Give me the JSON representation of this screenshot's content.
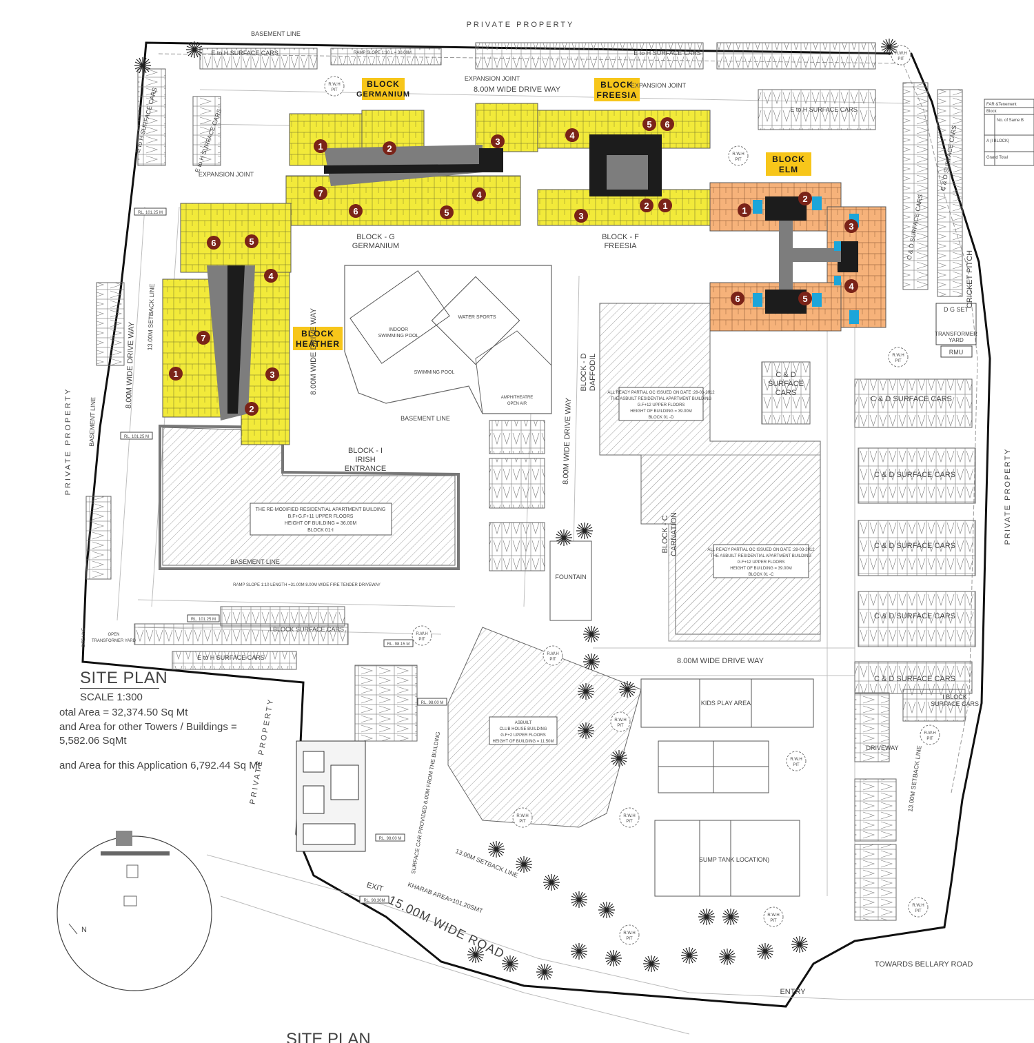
{
  "plan": {
    "title": "SITE PLAN",
    "scale": "SCALE 1:300",
    "bottom_title": "SITE PLAN",
    "area_lines": [
      "otal Area =  32,374.50 Sq Mt",
      "and Area for other Towers / Buildings =",
      "5,582.06 SqMt",
      "and Area for this Application  6,792.44 Sq Mt"
    ]
  },
  "boundary": {
    "north": "PRIVATE PROPERTY",
    "west": "PRIVATE PROPERTY",
    "east": "PRIVATE PROPERTY",
    "southwest": "PRIVATE PROPERTY"
  },
  "roads": {
    "main_road": "15.00M WIDE ROAD",
    "towards": "TOWARDS BELLARY ROAD",
    "entry": "ENTRY",
    "exit": "EXIT",
    "kharab": "KHARAB AREA=101.20SMT",
    "drive_north": "8.00M WIDE DRIVE WAY",
    "drive_west": "8.00M WIDE DRIVE WAY",
    "drive_centre": "8.00M WIDE DRIVE WAY",
    "drive_south": "8.00M WIDE DRIVE WAY",
    "drive_heather": "8.00M WIDE DRIVE WAY",
    "driveway": "DRIVEWAY"
  },
  "blocks": {
    "germanium": {
      "tag_1": "BLOCK",
      "tag_2": "GERMANIUM",
      "label_1": "BLOCK - G",
      "label_2": "GERMANIUM",
      "units": [
        "1",
        "2",
        "3",
        "4",
        "5",
        "6",
        "7"
      ]
    },
    "freesia": {
      "tag_1": "BLOCK",
      "tag_2": "FREESIA",
      "label_1": "BLOCK - F",
      "label_2": "FREESIA",
      "units": [
        "1",
        "2",
        "3",
        "4",
        "5",
        "6"
      ]
    },
    "elm": {
      "tag_1": "BLOCK",
      "tag_2": "ELM",
      "units": [
        "1",
        "2",
        "3",
        "4",
        "5",
        "6"
      ]
    },
    "heather": {
      "tag_1": "BLOCK",
      "tag_2": "HEATHER",
      "units": [
        "1",
        "2",
        "3",
        "4",
        "5",
        "6",
        "7"
      ]
    },
    "daffodil": {
      "label_1": "BLOCK - D",
      "label_2": "DAFFODIL",
      "note": [
        "ALL READY PARTIAL OC ISSUED ON DATE :28-03-2012",
        "THE ASBUILT RESIDENTIAL APARTMENT BUILDING",
        "G.F+12 UPPER FLOORS",
        "HEIGHT OF BUILDING = 39.00M",
        "BLOCK 01 -D"
      ]
    },
    "carnation": {
      "label_1": "BLOCK - C",
      "label_2": "CARNATION",
      "note": [
        "ALL READY PARTIAL OC ISSUED ON DATE :28-03-2012",
        "THE ASBUILT RESIDENTIAL APARTMENT BUILDING",
        "G.F+12 UPPER FLOORS",
        "HEIGHT OF BUILDING = 39.00M",
        "BLOCK 01 -C"
      ]
    },
    "irish": {
      "label_1": "BLOCK - I",
      "label_2": "IRISH",
      "label_3": "ENTRANCE",
      "note": [
        "THE RE-MODIFIED RESIDENTIAL APARTMENT BUILDING",
        "B.F+G.F+11 UPPER FLOORS",
        "HEIGHT OF BUILDING = 36.00M",
        "BLOCK 01-I"
      ]
    },
    "clubhouse": {
      "note": [
        "ASBUILT",
        "CLUB HOUSE BUILDING",
        "G.F+2 UPPER FLOORS",
        "HEIGHT OF BUILDING = 11.50M"
      ]
    }
  },
  "parking": {
    "eh_north_1": "E to H SURFACE CARS",
    "eh_north_2": "E to H SURFACE CARS",
    "eh_north_3": "E to H SURFACE CARS",
    "eh_west": "E to H SURFACE CARS",
    "eh_nw": "E to H SURFACE CARS",
    "cd_1": "C & D SURFACE CARS",
    "cd_2": "C & D SURFACE CARS",
    "cd_3": "C & D SURFACE CARS",
    "cd_4": "C & D SURFACE CARS",
    "cd_5": "C & D SURFACE CARS",
    "cd_6": "C & D SURFACE CARS",
    "cd_east": "C & D SURFACE CARS",
    "cd_centre_1": "C & D",
    "cd_centre_2": "SURFACE",
    "cd_centre_3": "CARS",
    "iblock_1": "I BLOCK SURFACE CARS",
    "iblock_2": "I BLOCK",
    "iblock_3": "SURFACE CARS",
    "eh_south": "E to H SURFACE CARS"
  },
  "amenities": {
    "indoor_pool": "INDOOR",
    "indoor_pool_2": "SWIMMING POOL",
    "water_sports": "WATER SPORTS",
    "pool": "SWIMMING POOL",
    "amphitheatre": "AMPHITHEATRE",
    "amphitheatre_2": "OPEN AIR",
    "fountain": "FOUNTAIN",
    "kids": "KIDS PLAY AREA",
    "sump": "SUMP TANK LOCATION)",
    "cricket": "CRICKET PITCH",
    "dg": "D G SET",
    "transformer": "TRANSFORMER",
    "transformer_2": "YARD",
    "rmu": "RMU",
    "open_transformer_1": "OPEN",
    "open_transformer_2": "TRANSFORMER YARD"
  },
  "lines": {
    "basement_1": "BASEMENT LINE",
    "basement_2": "BASEMENT LINE",
    "basement_3": "BASEMENT LINE",
    "basement_4": "BASEMENT LINE",
    "expansion_1": "EXPANSION JOINT",
    "expansion_2": "EXPANSION JOINT",
    "expansion_3": "EXPANSION JOINT",
    "setback_1": "13.00M SETBACK LINE",
    "setback_2": "13.00M SETBACK LINE",
    "setback_3": "13.00M SETBACK LINE",
    "ramp_1": "RAMP SLOPE 1:10 LENGTH =31.00M 8.00M WIDE FIRE TENDER DRIVEWAY",
    "ramp_2": "RAMP SLOPE 1:10 L = 30.00M",
    "site_line": "SITE LINE",
    "surface_car": "SURFACE CAR PROVIDED 6.00M FROM THE BUILDING"
  },
  "rl": {
    "rl_1": "RL. 101.25 M",
    "rl_2": "RL. 101.25 M",
    "rl_3": "RL. 101.25 M",
    "rl_4": "RL. 98.15 M",
    "rl_5": "RL. 98.00 M",
    "rl_6": "RL. 98.30M",
    "rl_7": "RL. 98.00 M"
  },
  "rwh": {
    "line_1": "R.W.H",
    "line_2": "PIT"
  },
  "far_table": {
    "title": "FAR &Tenement",
    "row_1": "Block",
    "row_2": "No. of Same B",
    "row_3": "A (I BLOCK)",
    "row_4": "Grand Total"
  },
  "legend": {
    "north": "N"
  },
  "colors": {
    "yellow_block": "#f2ea3a",
    "orange_block": "#f6b27a",
    "tag_yellow": "#f7c61a",
    "unit_marker": "#7a2318",
    "pool_blue": "#1ca5d9",
    "core_dark": "#1c1c1c"
  }
}
